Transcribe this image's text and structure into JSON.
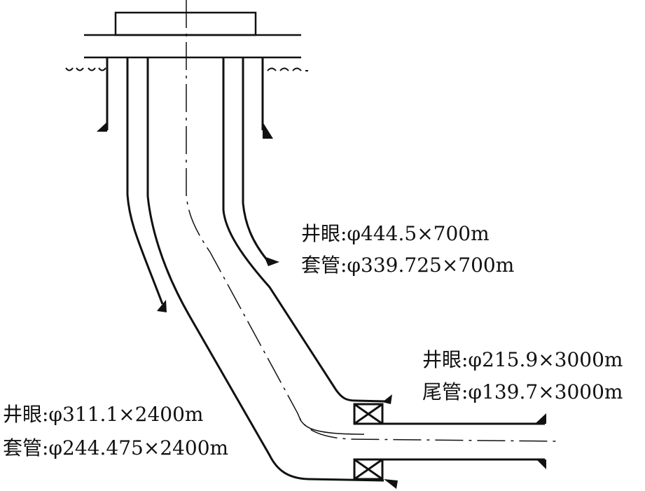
{
  "colors": {
    "line": "#111111",
    "background": "#ffffff"
  },
  "labels": {
    "surface_hole": "井眼:φ444.5×700m",
    "surface_casing": "套管:φ339.725×700m",
    "intermediate_hole": "井眼:φ311.1×2400m",
    "intermediate_casing": "套管:φ244.475×2400m",
    "production_hole": "井眼:φ215.9×3000m",
    "production_liner": "尾管:φ139.7×3000m"
  }
}
